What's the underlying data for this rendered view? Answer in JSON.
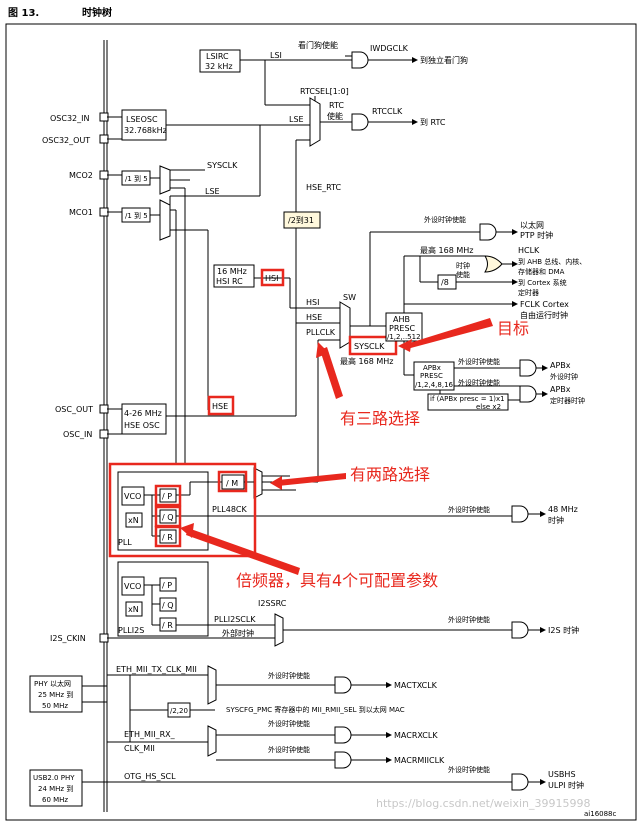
{
  "header": {
    "fig_label": "图 13.",
    "title": "时钟树"
  },
  "colors": {
    "annotation": "#e8281e",
    "gate_box": "#fff8dc"
  },
  "pins": {
    "osc32_in": "OSC32_IN",
    "osc32_out": "OSC32_OUT",
    "mco2": "MCO2",
    "mco1": "MCO1",
    "osc_out": "OSC_OUT",
    "osc_in": "OSC_IN",
    "i2s_ckin": "I2S_CKIN"
  },
  "blocks": {
    "lsirc_l1": "LSIRC",
    "lsirc_l2": "32 kHz",
    "lseosc_l1": "LSEOSC",
    "lseosc_l2": "32.768kHz",
    "hsirc_l1": "16 MHz",
    "hsirc_l2": "HSI RC",
    "hsi_box": "HSI",
    "hseosc_l1": "4-26 MHz",
    "hseosc_l2": "HSE OSC",
    "hse_box": "HSE",
    "div_mco2": "/1 到 5",
    "div_mco1": "/1 到 5",
    "div_rtc": "/2到31",
    "ahb_l1": "AHB",
    "ahb_l2": "PRESC",
    "ahb_l3": "/1,2,..512",
    "apb1_l1": "APBx",
    "apb1_l2": "PRESC",
    "apb1_l3": "/1,2,4,8,16",
    "div8": "/8",
    "x2_l1": "if (APBx presc = 1)x1",
    "x2_l2": "else x2",
    "pll_vco": "VCO",
    "pll_xn": "xN",
    "pll_p": "/ P",
    "pll_q": "/ Q",
    "pll_r": "/ R",
    "pll_m": "/ M",
    "pll_label": "PLL",
    "plli2s_vco": "VCO",
    "plli2s_xn": "xN",
    "plli2s_p": "/ P",
    "plli2s_q": "/ Q",
    "plli2s_r": "/ R",
    "plli2s_label": "PLLI2S",
    "div_220": "/2,20",
    "phy_eth_l1": "PHY 以太网",
    "phy_eth_l2": "25 MHz 到",
    "phy_eth_l3": "50 MHz",
    "phy_usb_l1": "USB2.0 PHY",
    "phy_usb_l2": "24 MHz 到",
    "phy_usb_l3": "60 MHz"
  },
  "signals": {
    "lsi": "LSI",
    "lse": "LSE",
    "lse2": "LSE",
    "rtcsel": "RTCSEL[1:0]",
    "hse_rtc": "HSE_RTC",
    "sysclk_mco": "SYSCLK",
    "hsi": "HSI",
    "hse": "HSE",
    "pllclk": "PLLCLK",
    "sw": "SW",
    "sysclk": "SYSCLK",
    "max168": "最高 168 MHz",
    "max168b": "最高 168 MHz",
    "pll48ck": "PLL48CK",
    "plli2sclk": "PLLI2SCLK",
    "i2ssrc": "I2SSRC",
    "ext_clk": "外部时钟",
    "eth_tx": "ETH_MII_TX_CLK_MII",
    "eth_rx_1": "ETH_MII_RX_",
    "eth_rx_2": "CLK_MII",
    "syscfg": "SYSCFG_PMC 寄存器中的 MII_RMII_SEL 到以太网 MAC",
    "otg": "OTG_HS_SCL",
    "iwdg_en": "看门狗使能",
    "rtc_en_1": "RTC",
    "rtc_en_2": "使能",
    "hclk_en_1": "时钟",
    "hclk_en_2": "使能"
  },
  "outputs": {
    "iwdgclk": "IWDGCLK",
    "iwdg_dest": "到独立看门狗",
    "rtcclk": "RTCCLK",
    "rtc_dest": "到 RTC",
    "ptp_en": "外设时钟使能",
    "ptp_1": "以太网",
    "ptp_2": "PTP 时钟",
    "hclk_title": "HCLK",
    "hclk_1": "到 AHB 总线、内核、",
    "hclk_2": "存储器和 DMA",
    "hclk_3": "到 Cortex 系统",
    "hclk_4": "定时器",
    "fclk_1": "FCLK Cortex",
    "fclk_2": "自由运行时钟",
    "apbx_en": "外设时钟使能",
    "apbx_1": "APBx",
    "apbx_2": "外设时钟",
    "apbt_en": "外设时钟使能",
    "apbt_1": "APBx",
    "apbt_2": "定时器时钟",
    "usb_en": "外设时钟使能",
    "usb_1": "48 MHz",
    "usb_2": "时钟",
    "i2s_en": "外设时钟使能",
    "i2s_out": "I2S 时钟",
    "mactx_en": "外设时钟使能",
    "mactx": "MACTXCLK",
    "macrx_en": "外设时钟使能",
    "macrx": "MACRXCLK",
    "macrmii_en": "外设时钟使能",
    "macrmii": "MACRMIICLK",
    "ulpi_en": "外设时钟使能",
    "ulpi_1": "USBHS",
    "ulpi_2": "ULPI 时钟"
  },
  "annotations": {
    "target": "目标",
    "three_way": "有三路选择",
    "two_way": "有两路选择",
    "multiplier": "倍频器，具有4个可配置参数"
  },
  "footer": {
    "code": "ai16088c",
    "watermark": "https://blog.csdn.net/weixin_39915998"
  }
}
